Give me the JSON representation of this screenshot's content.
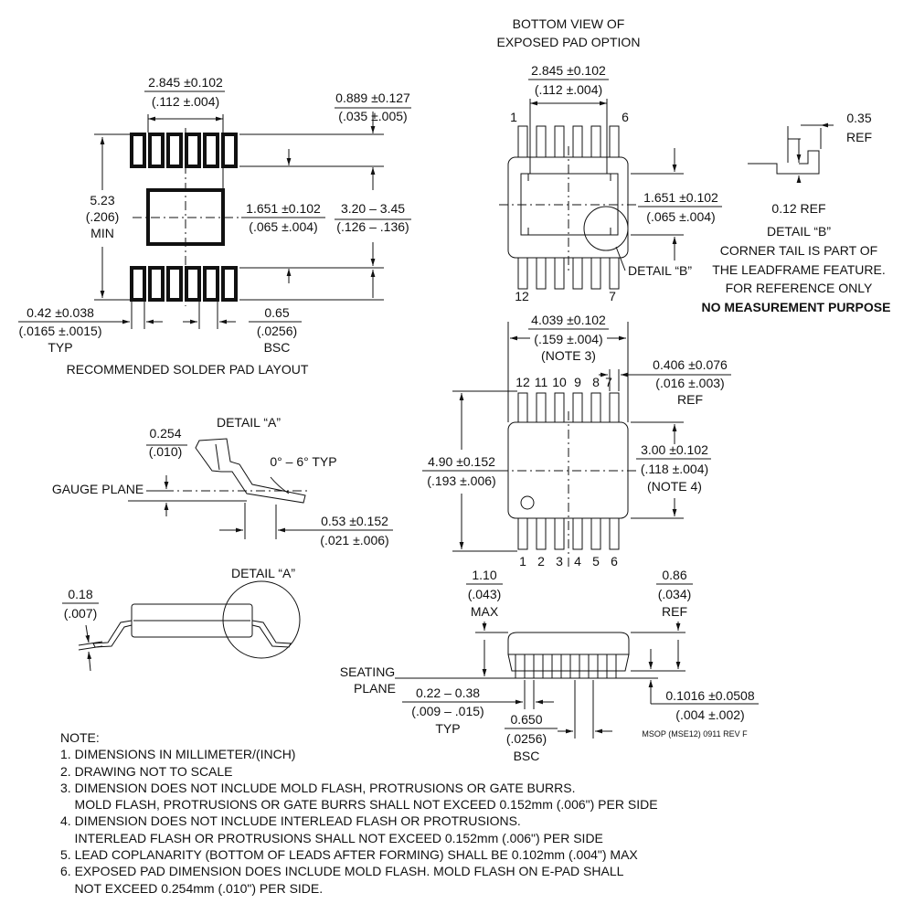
{
  "solder_layout": {
    "title": "RECOMMENDED SOLDER PAD LAYOUT",
    "dim_top_mm": "2.845 ±0.102",
    "dim_top_in": "(.112 ±.004)",
    "dim_pad_len_mm": "0.889 ±0.127",
    "dim_pad_len_in": "(.035 ±.005)",
    "dim_min_mm": "5.23",
    "dim_min_in": "(.206)",
    "dim_min_label": "MIN",
    "dim_epad_mm": "1.651 ±0.102",
    "dim_epad_in": "(.065 ±.004)",
    "dim_span_mm": "3.20 – 3.45",
    "dim_span_in": "(.126 – .136)",
    "dim_width_mm": "0.42 ±0.038",
    "dim_width_in": "(.0165 ±.0015)",
    "dim_width_label": "TYP",
    "dim_pitch_mm": "0.65",
    "dim_pitch_in": "(.0256)",
    "dim_pitch_label": "BSC"
  },
  "bottom_view": {
    "title_line1": "BOTTOM VIEW OF",
    "title_line2": "EXPOSED PAD OPTION",
    "dim_top_mm": "2.845 ±0.102",
    "dim_top_in": "(.112 ±.004)",
    "pin_1": "1",
    "pin_6": "6",
    "pin_12": "12",
    "pin_7": "7",
    "dim_epad_mm": "1.651 ±0.102",
    "dim_epad_in": "(.065 ±.004)",
    "detail_b": "DETAIL “B”"
  },
  "detail_b": {
    "ref_top": "0.35",
    "ref_top_label": "REF",
    "ref_bottom": "0.12 REF",
    "title": "DETAIL “B”",
    "line1": "CORNER TAIL IS PART OF",
    "line2": "THE LEADFRAME FEATURE.",
    "line3": "FOR REFERENCE ONLY",
    "line4": "NO MEASUREMENT PURPOSE"
  },
  "top_view": {
    "dim_width_mm": "4.039 ±0.102",
    "dim_width_in": "(.159 ±.004)",
    "dim_width_note": "(NOTE 3)",
    "top_pins": [
      "12",
      "11",
      "10",
      "9",
      "8",
      "7"
    ],
    "bottom_pins": [
      "1",
      "2",
      "3",
      "4",
      "5",
      "6"
    ],
    "dim_lead_mm": "0.406 ±0.076",
    "dim_lead_in": "(.016 ±.003)",
    "dim_lead_label": "REF",
    "dim_len_mm": "4.90 ±0.152",
    "dim_len_in": "(.193 ±.006)",
    "dim_body_mm": "3.00 ±0.102",
    "dim_body_in": "(.118 ±.004)",
    "dim_body_note": "(NOTE 4)"
  },
  "detail_a": {
    "title": "DETAIL “A”",
    "dim_gauge_mm": "0.254",
    "dim_gauge_in": "(.010)",
    "angle": "0° – 6° TYP",
    "gauge_plane": "GAUGE PLANE",
    "dim_foot_mm": "0.53 ±0.152",
    "dim_foot_in": "(.021 ±.006)"
  },
  "side_view_left": {
    "dim_mm": "0.18",
    "dim_in": "(.007)",
    "detail_label": "DETAIL “A”"
  },
  "side_view_right": {
    "dim_max_mm": "1.10",
    "dim_max_in": "(.043)",
    "dim_max_label": "MAX",
    "dim_ref_mm": "0.86",
    "dim_ref_in": "(.034)",
    "dim_ref_label": "REF",
    "seating_plane_1": "SEATING",
    "seating_plane_2": "PLANE",
    "dim_lead_mm": "0.22 – 0.38",
    "dim_lead_in": "(.009 – .015)",
    "dim_lead_label": "TYP",
    "dim_pitch_mm": "0.650",
    "dim_pitch_in": "(.0256)",
    "dim_pitch_label": "BSC",
    "dim_standoff_mm": "0.1016 ±0.0508",
    "dim_standoff_in": "(.004 ±.002)",
    "drawing_id": "MSOP (MSE12) 0911 REV F"
  },
  "notes": {
    "heading": "NOTE:",
    "lines": [
      "1. DIMENSIONS IN MILLIMETER/(INCH)",
      "2. DRAWING NOT TO SCALE",
      "3. DIMENSION DOES NOT INCLUDE MOLD FLASH, PROTRUSIONS OR GATE BURRS.",
      "    MOLD FLASH, PROTRUSIONS OR GATE BURRS SHALL NOT EXCEED 0.152mm (.006\") PER SIDE",
      "4. DIMENSION DOES NOT INCLUDE INTERLEAD FLASH OR PROTRUSIONS.",
      "    INTERLEAD FLASH OR PROTRUSIONS SHALL NOT EXCEED 0.152mm (.006\") PER SIDE",
      "5. LEAD COPLANARITY (BOTTOM OF LEADS AFTER FORMING) SHALL BE 0.102mm (.004\") MAX",
      "6. EXPOSED PAD DIMENSION DOES INCLUDE MOLD FLASH. MOLD FLASH ON E-PAD SHALL",
      "    NOT EXCEED 0.254mm (.010\") PER SIDE."
    ]
  }
}
